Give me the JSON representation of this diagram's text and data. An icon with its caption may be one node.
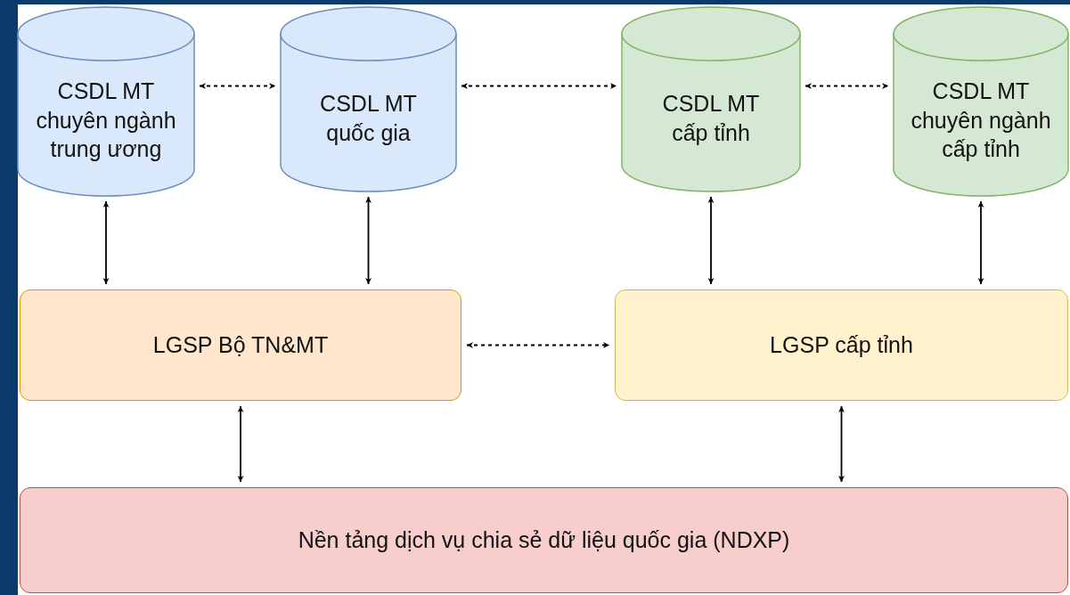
{
  "diagram": {
    "nodes": [
      {
        "text": [
          "CSDL MT chuyên ngành trung ương"
        ]
      },
      {
        "text": [
          "CSDL MT quốc gia"
        ]
      },
      {
        "text": [
          "CSDL MT cấp tỉnh"
        ]
      },
      {
        "text": [
          "CSDL MT chuyên ngành cấp tỉnh"
        ]
      },
      {
        "text": [
          "LGSP Bộ TN&MT"
        ]
      },
      {
        "text": [
          "LGSP cấp tỉnh"
        ]
      },
      {
        "text": [
          "Nền tảng dịch vụ chia sẻ dữ liệu quốc gia (NDXP)"
        ]
      }
    ],
    "edges": [
      {
        "from": 0,
        "to": 1,
        "arrow": "both",
        "style": "dashed"
      },
      {
        "from": 1,
        "to": 2,
        "arrow": "both",
        "style": "dashed"
      },
      {
        "from": 2,
        "to": 3,
        "arrow": "both",
        "style": "dashed"
      },
      {
        "from": 0,
        "to": 4,
        "arrow": "both"
      },
      {
        "from": 1,
        "to": 4,
        "arrow": "both"
      },
      {
        "from": 2,
        "to": 5,
        "arrow": "both"
      },
      {
        "from": 3,
        "to": 5,
        "arrow": "both"
      },
      {
        "from": 4,
        "to": 5,
        "arrow": "both",
        "style": "dashed"
      },
      {
        "from": 4,
        "to": 6,
        "arrow": "both"
      },
      {
        "from": 5,
        "to": 6,
        "arrow": "both"
      }
    ]
  }
}
